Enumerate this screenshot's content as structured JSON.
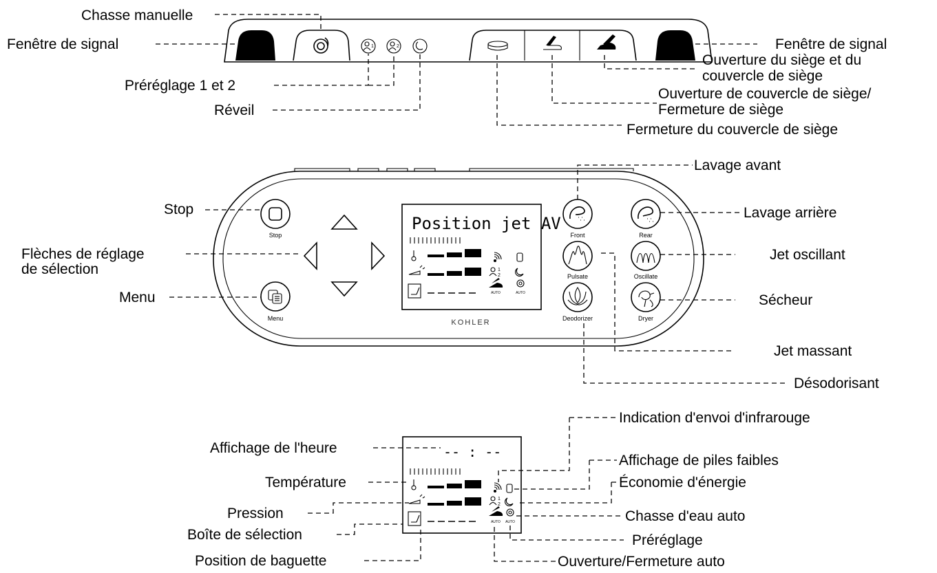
{
  "top_panel": {
    "labels": {
      "manual_flush": "Chasse manuelle",
      "signal_window_left": "Fenêtre de signal",
      "signal_window_right": "Fenêtre de signal",
      "preset_1_2": "Préréglage 1 et 2",
      "wake": "Réveil",
      "seat_lid_open_1": "Ouverture du siège et du",
      "seat_lid_open_2": "couvercle de siège",
      "lid_open_seat_close_1": "Ouverture de couvercle de siège/",
      "lid_open_seat_close_2": "Fermeture de siège",
      "lid_close": "Fermeture du couvercle de siège"
    }
  },
  "remote": {
    "lcd_title": "Position jet AV",
    "brand": "KOHLER",
    "buttons": {
      "stop": "Stop",
      "menu": "Menu",
      "front": "Front",
      "rear": "Rear",
      "pulsate": "Pulsate",
      "oscillate": "Oscillate",
      "deodorizer": "Deodorizer",
      "dryer": "Dryer"
    },
    "icon_auto_1": "AUTO",
    "icon_auto_2": "AUTO",
    "labels": {
      "stop": "Stop",
      "arrows_1": "Flèches de réglage",
      "arrows_2": "de sélection",
      "menu": "Menu",
      "front_wash": "Lavage avant",
      "rear_wash": "Lavage arrière",
      "oscillate": "Jet oscillant",
      "dryer": "Sécheur",
      "pulsate": "Jet massant",
      "deodorizer": "Désodorisant"
    }
  },
  "display": {
    "time": "-- : --",
    "icon_auto_1": "AUTO",
    "icon_auto_2": "AUTO",
    "labels": {
      "ir": "Indication d'envoi d'infrarouge",
      "time": "Affichage de l'heure",
      "battery": "Affichage de piles faibles",
      "temperature": "Température",
      "energy": "Économie d'énergie",
      "pressure": "Pression",
      "auto_flush": "Chasse d'eau auto",
      "selection_box": "Boîte de sélection",
      "preset": "Préréglage",
      "wand_position": "Position de baguette",
      "auto_open_close": "Ouverture/Fermeture auto"
    }
  }
}
